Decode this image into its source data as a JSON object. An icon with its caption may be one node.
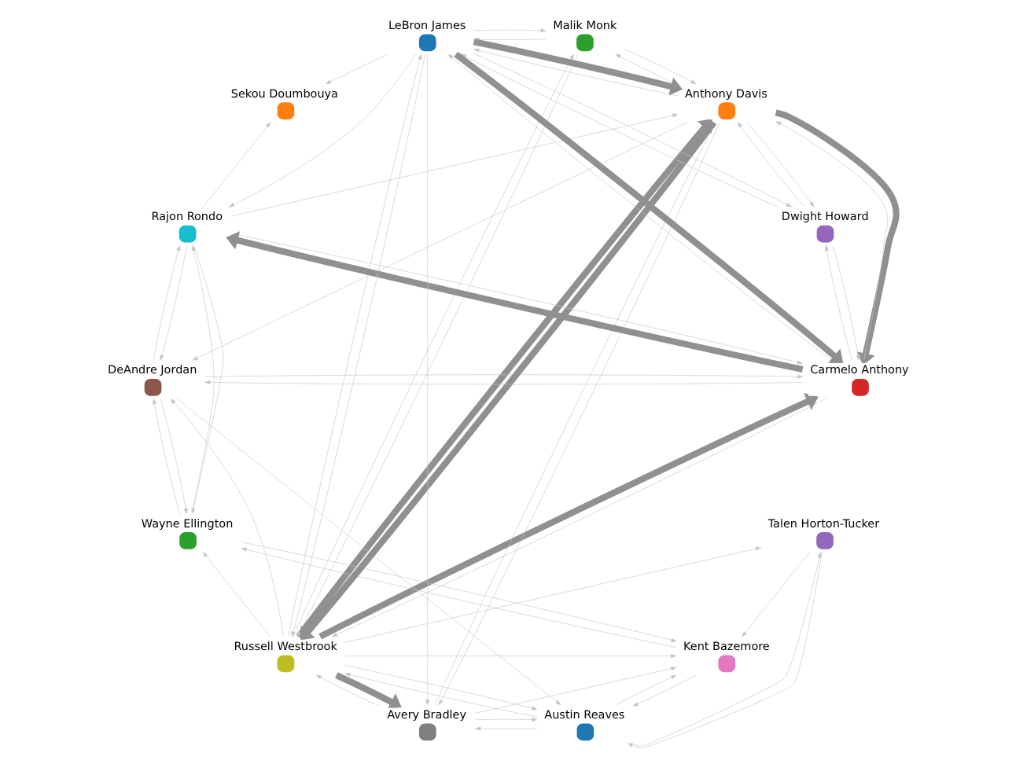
{
  "diagram": {
    "nodes": [
      {
        "text": [
          "Russell Westbrook"
        ]
      },
      {
        "text": [
          "Talen Horton-Tucker"
        ]
      },
      {
        "text": [
          "Avery Bradley"
        ]
      },
      {
        "text": [
          "Austin Reaves"
        ]
      },
      {
        "text": [
          "Kent Bazemore"
        ]
      },
      {
        "text": [
          "Malik Monk"
        ]
      },
      {
        "text": [
          "Wayne Ellington"
        ]
      },
      {
        "text": [
          "DeAndre Jordan"
        ]
      },
      {
        "text": [
          "Anthony Davis"
        ]
      },
      {
        "text": [
          "Dwight Howard"
        ]
      },
      {
        "text": [
          "Rajon Rondo"
        ]
      },
      {
        "text": [
          "Carmelo Anthony"
        ]
      },
      {
        "text": [
          "LeBron James"
        ]
      },
      {
        "text": [
          "Sekou Doumbouya"
        ]
      }
    ],
    "edges": [
      {
        "from": 0,
        "to": 8,
        "arrow": "to",
        "style": "thick"
      },
      {
        "from": 8,
        "to": 0,
        "arrow": "to",
        "style": "thick"
      },
      {
        "from": 0,
        "to": 11,
        "arrow": "to",
        "style": "thick"
      },
      {
        "from": 8,
        "to": 11,
        "arrow": "to",
        "style": "thick"
      },
      {
        "from": 12,
        "to": 11,
        "arrow": "to",
        "style": "thick"
      },
      {
        "from": 0,
        "to": 2,
        "arrow": "to",
        "style": "thick"
      },
      {
        "from": 11,
        "to": 10,
        "arrow": "to",
        "style": "thick"
      },
      {
        "from": 12,
        "to": 8,
        "arrow": "to",
        "style": "thick"
      },
      {
        "from": 0,
        "to": 5,
        "arrow": "to"
      },
      {
        "from": 5,
        "to": 0,
        "arrow": "to"
      },
      {
        "from": 5,
        "to": 8,
        "arrow": "to"
      },
      {
        "from": 8,
        "to": 5,
        "arrow": "to"
      },
      {
        "from": 0,
        "to": 1,
        "arrow": "to"
      },
      {
        "from": 0,
        "to": 3,
        "arrow": "to"
      },
      {
        "from": 2,
        "to": 0,
        "arrow": "to"
      },
      {
        "from": 3,
        "to": 0,
        "arrow": "to"
      },
      {
        "from": 0,
        "to": 4,
        "arrow": "to"
      },
      {
        "from": 0,
        "to": 7,
        "arrow": "to"
      },
      {
        "from": 0,
        "to": 6,
        "arrow": "to"
      },
      {
        "from": 0,
        "to": 12,
        "arrow": "to"
      },
      {
        "from": 12,
        "to": 0,
        "arrow": "to"
      },
      {
        "from": 8,
        "to": 12,
        "arrow": "to"
      },
      {
        "from": 11,
        "to": 12,
        "arrow": "to"
      },
      {
        "from": 11,
        "to": 8,
        "arrow": "to"
      },
      {
        "from": 11,
        "to": 0,
        "arrow": "to"
      },
      {
        "from": 10,
        "to": 11,
        "arrow": "to"
      },
      {
        "from": 7,
        "to": 11,
        "arrow": "to"
      },
      {
        "from": 11,
        "to": 7,
        "arrow": "to"
      },
      {
        "from": 10,
        "to": 7,
        "arrow": "to"
      },
      {
        "from": 7,
        "to": 10,
        "arrow": "to"
      },
      {
        "from": 9,
        "to": 11,
        "arrow": "to"
      },
      {
        "from": 11,
        "to": 9,
        "arrow": "to"
      },
      {
        "from": 9,
        "to": 8,
        "arrow": "to"
      },
      {
        "from": 8,
        "to": 9,
        "arrow": "to"
      },
      {
        "from": 12,
        "to": 9,
        "arrow": "to"
      },
      {
        "from": 9,
        "to": 12,
        "arrow": "to"
      },
      {
        "from": 2,
        "to": 3,
        "arrow": "to"
      },
      {
        "from": 3,
        "to": 2,
        "arrow": "to"
      },
      {
        "from": 3,
        "to": 1,
        "arrow": "to"
      },
      {
        "from": 1,
        "to": 3,
        "arrow": "to"
      },
      {
        "from": 4,
        "to": 3,
        "arrow": "to"
      },
      {
        "from": 3,
        "to": 4,
        "arrow": "to"
      },
      {
        "from": 1,
        "to": 4,
        "arrow": "to"
      },
      {
        "from": 2,
        "to": 4,
        "arrow": "to"
      },
      {
        "from": 6,
        "to": 7,
        "arrow": "to"
      },
      {
        "from": 7,
        "to": 6,
        "arrow": "to"
      },
      {
        "from": 6,
        "to": 10,
        "arrow": "to"
      },
      {
        "from": 10,
        "to": 6,
        "arrow": "to"
      },
      {
        "from": 4,
        "to": 6,
        "arrow": "to"
      },
      {
        "from": 6,
        "to": 4,
        "arrow": "to"
      },
      {
        "from": 5,
        "to": 12,
        "arrow": "to"
      },
      {
        "from": 12,
        "to": 5,
        "arrow": "to"
      },
      {
        "from": 8,
        "to": 2,
        "arrow": "to"
      },
      {
        "from": 2,
        "to": 8,
        "arrow": "to"
      },
      {
        "from": 12,
        "to": 2,
        "arrow": "to"
      },
      {
        "from": 7,
        "to": 3,
        "arrow": "to"
      },
      {
        "from": 8,
        "to": 7,
        "arrow": "to"
      },
      {
        "from": 10,
        "to": 8,
        "arrow": "to"
      },
      {
        "from": 12,
        "to": 10,
        "arrow": "to"
      },
      {
        "from": 12,
        "to": 13,
        "arrow": "to"
      },
      {
        "from": 10,
        "to": 13,
        "arrow": "to"
      }
    ]
  }
}
